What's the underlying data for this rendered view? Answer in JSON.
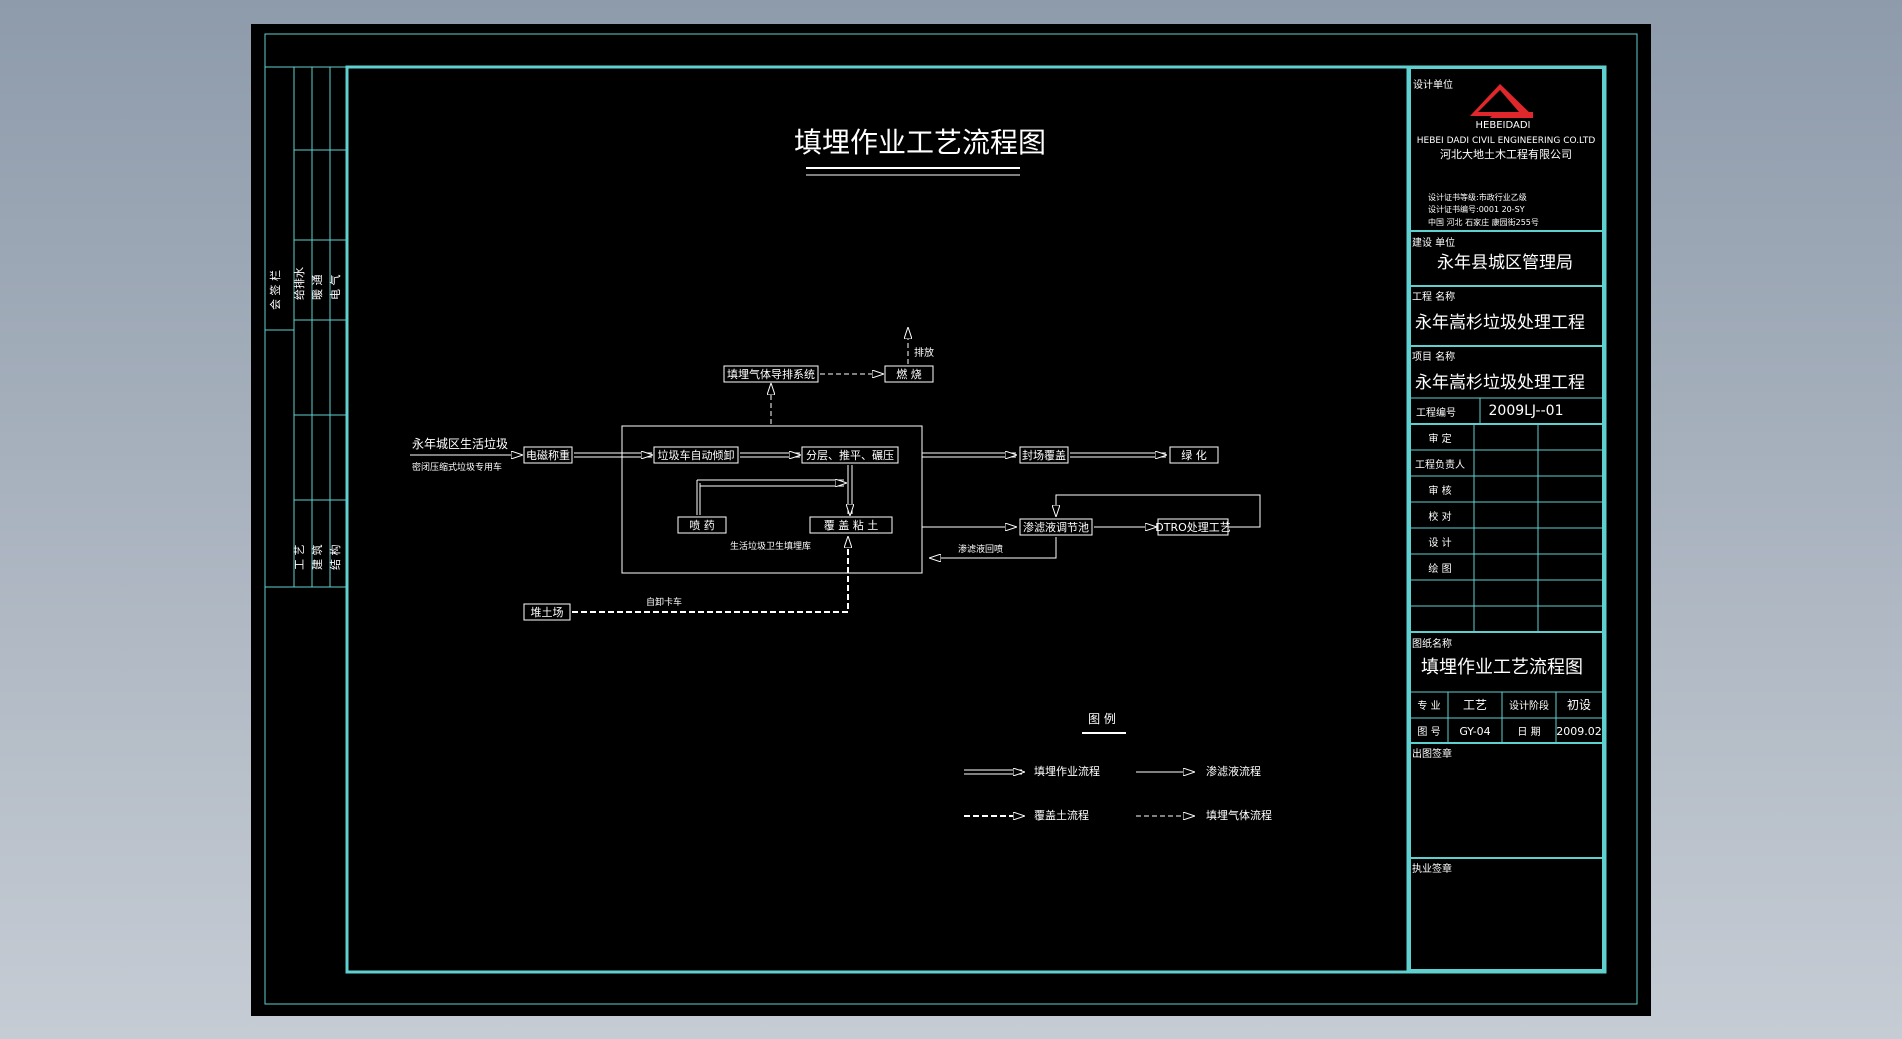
{
  "title": "填埋作业工艺流程图",
  "colors": {
    "frame": "#5fd0d0",
    "line": "#ffffff",
    "background": "#000000"
  },
  "left_strip": {
    "col1_top": "会 签 栏",
    "col2_top": "给排水",
    "col3_top": "暖 通",
    "col4_top": "电 气",
    "col1_bottom": "工 艺",
    "col2_bottom": "建 筑",
    "col3_bottom": "结 构"
  },
  "flow": {
    "source_label": "永年城区生活垃圾",
    "source_sub": "密闭压缩式垃圾专用车",
    "nodes": {
      "weigh": "电磁称重",
      "unload": "垃圾车自动倾卸",
      "compact": "分层、推平、碾压",
      "cover_final": "封场覆盖",
      "green": "绿 化",
      "disinfect": "喷 药",
      "cover_soil": "覆 盖 粘 土",
      "gas_system": "填埋气体导排系统",
      "flare": "燃 烧",
      "leachate_tank": "渗滤液调节池",
      "dtro": "DTRO处理工艺",
      "soil_yard": "堆土场"
    },
    "labels": {
      "exhaust": "排放",
      "landfill": "生活垃圾卫生填埋库",
      "leachate_return": "渗滤液回喷",
      "dump_truck": "自卸卡车"
    }
  },
  "legend": {
    "title": "图 例",
    "items": [
      "填埋作业流程",
      "渗滤液流程",
      "覆盖土流程",
      "填埋气体流程"
    ]
  },
  "title_block": {
    "design_unit_label": "设计单位",
    "logo_text": "HEBEIDADI",
    "company_en": "HEBEI DADI CIVIL ENGINEERING CO.LTD",
    "company_cn": "河北大地土木工程有限公司",
    "cert_grade": "设计证书等级:市政行业乙级",
    "cert_no": "设计证书编号:0001 20-SY",
    "address": "中国 河北 石家庄 康园街255号",
    "client_label": "建设 单位",
    "client": "永年县城区管理局",
    "project_label": "工程 名称",
    "project": "永年嵩杉垃圾处理工程",
    "item_label": "项目 名称",
    "item": "永年嵩杉垃圾处理工程",
    "code_label": "工程编号",
    "code": "2009LJ--01",
    "roles": [
      "审 定",
      "工程负责人",
      "审 核",
      "校 对",
      "设 计",
      "绘 图"
    ],
    "drawing_name_label": "图纸名称",
    "drawing_name": "填埋作业工艺流程图",
    "discipline_label": "专 业",
    "discipline": "工艺",
    "stage_label": "设计阶段",
    "stage": "初设",
    "drawing_no_label": "图 号",
    "drawing_no": "GY-04",
    "date_label": "日 期",
    "date": "2009.02",
    "issue_stamp": "出图签章",
    "practice_stamp": "执业签章"
  }
}
